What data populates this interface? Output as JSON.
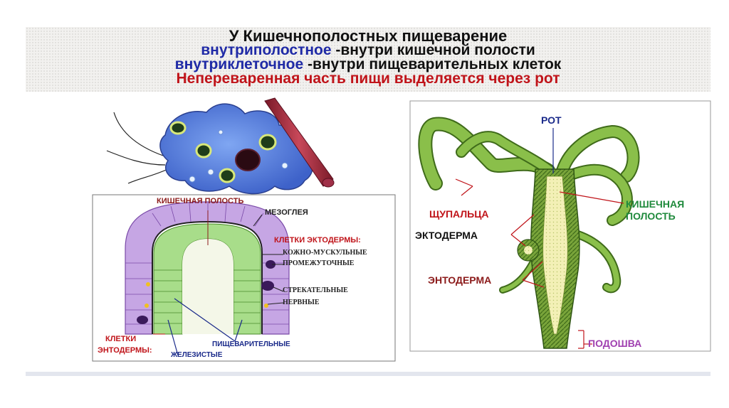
{
  "header": {
    "line1": "У Кишечнополостных пищеварение",
    "line2_term": "внутриполостное",
    "line2_rest": " -внутри кишечной полости",
    "line3_term": "внутриклеточное",
    "line3_rest": " -внутри пищеварительных клеток",
    "line4": "Непереваренная часть пищи выделяется через рот"
  },
  "cross_section": {
    "label_cavity": "КИШЕЧНАЯ ПОЛОСТЬ",
    "label_mesoglea": "МЕЗОГЛЕЯ",
    "label_ectoderm_cells": "КЛЕТКИ ЭКТОДЕРМЫ:",
    "label_skin_muscle": "КОЖНО-МУСКУЛЬНЫЕ",
    "label_intermediate": "ПРОМЕЖУТОЧНЫЕ",
    "label_stinging": "СТРЕКАТЕЛЬНЫЕ",
    "label_nerve": "НЕРВНЫЕ",
    "label_endoderm_1": "КЛЕТКИ",
    "label_endoderm_2": "ЭНТОДЕРМЫ:",
    "label_digestive": "ПИЩЕВАРИТЕЛЬНЫЕ",
    "label_glandular": "ЖЕЛЕЗИСТЫЕ"
  },
  "hydra": {
    "label_mouth": "РОТ",
    "label_tentacles": "ЩУПАЛЬЦА",
    "label_ectoderm": "ЭКТОДЕРМА",
    "label_endoderm": "ЭНТОДЕРМА",
    "label_cavity_1": "КИШЕЧНАЯ",
    "label_cavity_2": "ПОЛОСТЬ",
    "label_sole": "ПОДОШВА"
  },
  "colors": {
    "accent_red": "#c0141a",
    "term_blue": "#1f2aa6",
    "label_dark_red": "#8b1a1a",
    "label_green": "#1f8a3c",
    "label_purple": "#a040b0",
    "label_navy": "#1a2a8a"
  }
}
